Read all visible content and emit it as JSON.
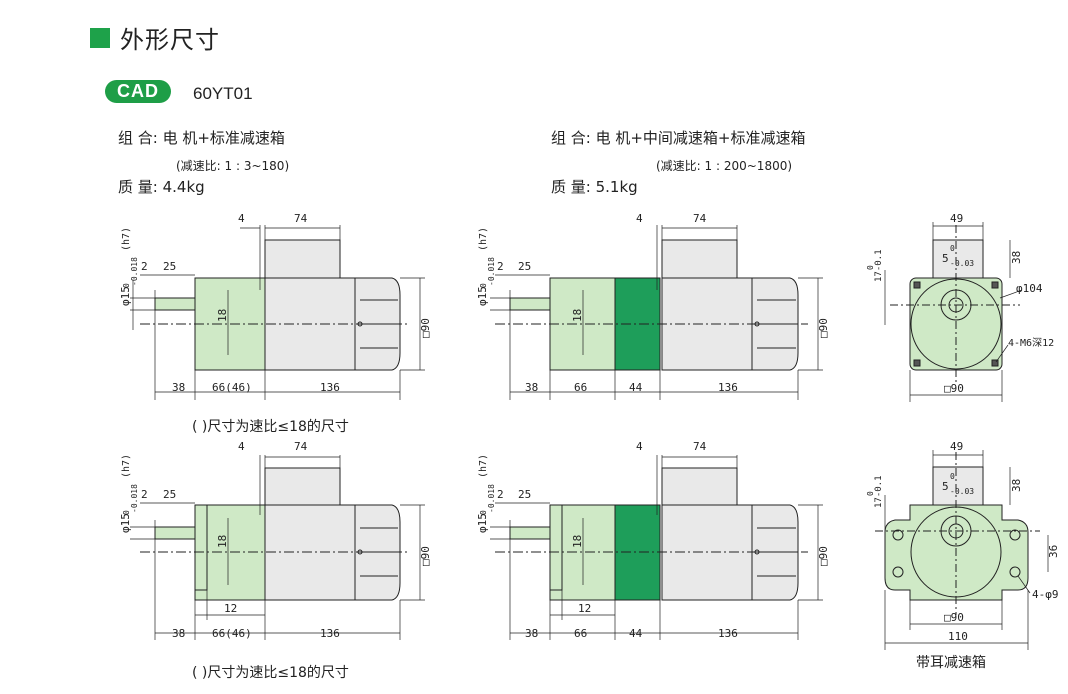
{
  "header": {
    "title": "外形尺寸"
  },
  "cad": {
    "badge": "CAD",
    "model": "60YT01"
  },
  "left_spec": {
    "combo": "组 合:  电 机+标准减速箱",
    "ratio": "(减速比: 1 : 3~180)",
    "weight": "质 量:  4.4kg"
  },
  "right_spec": {
    "combo": "组 合:  电 机+中间减速箱+标准减速箱",
    "ratio": "(减速比: 1 : 200~1800)",
    "weight": "质 量:  5.1kg"
  },
  "dims": {
    "d4": "4",
    "d74": "74",
    "d2": "2",
    "d25": "25",
    "d18": "18",
    "d90": "□90",
    "d38": "38",
    "d66_46": "66(46)",
    "d66": "66",
    "d44": "44",
    "d136": "136",
    "d12": "12",
    "shaft": "φ15",
    "shaft_tol": "-0.018",
    "shaft_zero": "0",
    "shaft_fit": "(h7)",
    "e49": "49",
    "e5": "5",
    "e5tol": "-0.03",
    "e0": "0",
    "e38": "38",
    "e17": "17-0.1",
    "e17b": "0",
    "e104": "φ104",
    "em6": "4-M6深12",
    "e90": "□90",
    "e36": "36",
    "e9": "4-φ9",
    "e110": "110"
  },
  "notes": {
    "paren_note": "( )尺寸为速比≤18的尺寸",
    "ear_caption": "带耳减速箱"
  },
  "colors": {
    "gearbox": "#cfe9c6",
    "middle_gearbox": "#1e9e5a",
    "motor": "#e9e9e9",
    "accent": "#1ea24a"
  }
}
